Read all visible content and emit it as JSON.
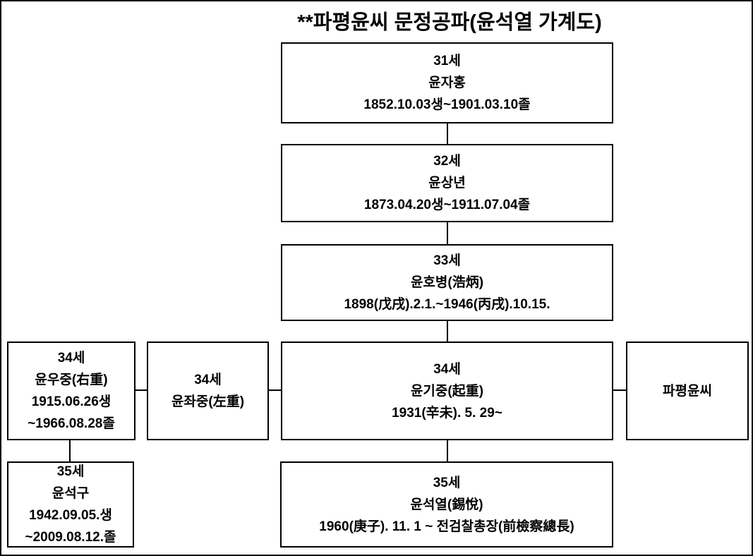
{
  "family_tree": {
    "title": "**파평윤씨 문정공파(윤석열 가계도)",
    "nodes": {
      "yun_ja_hong": {
        "generation": "31세",
        "name": "윤자홍",
        "lifespan": "1852.10.03생~1901.03.10졸"
      },
      "yun_sang_nyeon": {
        "generation": "32세",
        "name": "윤상년",
        "lifespan": "1873.04.20생~1911.07.04졸"
      },
      "yun_ho_byeong": {
        "generation": "33세",
        "name": "윤호병(浩炳)",
        "lifespan": "1898(戊戌).2.1.~1946(丙戌).10.15."
      },
      "yun_gi_jung": {
        "generation": "34세",
        "name": "윤기중(起重)",
        "lifespan": "1931(辛未). 5. 29~"
      },
      "yun_u_jung": {
        "generation": "34세",
        "name": "윤우중(右重)",
        "birth": "1915.06.26생",
        "death": "~1966.08.28졸"
      },
      "yun_jwa_jung": {
        "generation": "34세",
        "name": "윤좌중(左重)"
      },
      "papyeong_yun": {
        "name": "파평윤씨"
      },
      "yun_seok_gu": {
        "generation": "35세",
        "name": "윤석구",
        "birth": "1942.09.05.생",
        "death": "~2009.08.12.졸"
      },
      "yun_seok_yeol": {
        "generation": "35세",
        "name": "윤석열(錫悅)",
        "lifespan": "1960(庚子). 11. 1 ~ 전검찰총장(前檢察總長)"
      }
    },
    "colors": {
      "background": "#ffffff",
      "line": "#000000",
      "text": "#000000"
    }
  }
}
